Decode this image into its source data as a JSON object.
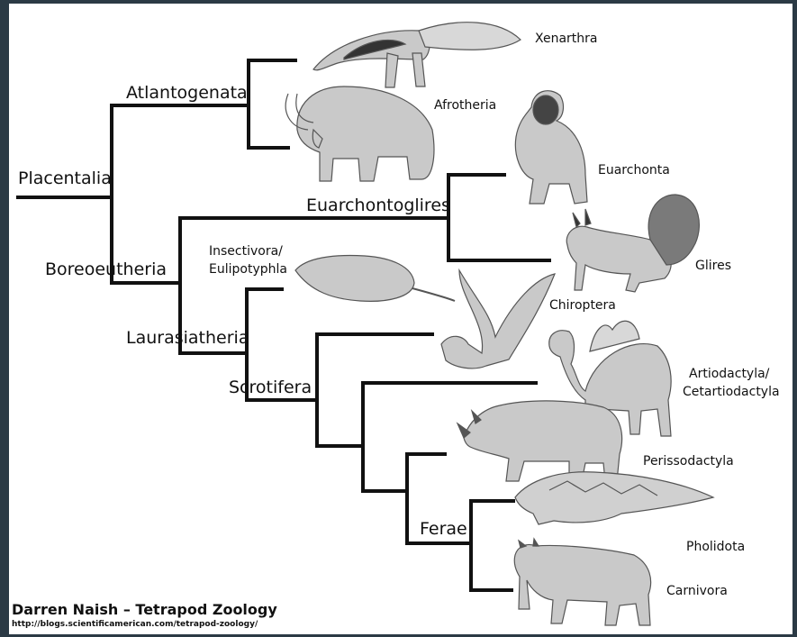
{
  "clades": {
    "placentalia": "Placentalia",
    "atlantogenata": "Atlantogenata",
    "boreoeutheria": "Boreoeutheria",
    "euarchontoglires": "Euarchontoglires",
    "insectivora": "Insectivora/",
    "eulipotyphla": "Eulipotyphla",
    "laurasiatheria": "Laurasiatheria",
    "scrotifera": "Scrotifera",
    "ferae": "Ferae"
  },
  "taxa": {
    "xenarthra": "Xenarthra",
    "afrotheria": "Afrotheria",
    "euarchonta": "Euarchonta",
    "glires": "Glires",
    "chiroptera": "Chiroptera",
    "artiodactyla": "Artiodactyla/",
    "cetartiodactyla": "Cetartiodactyla",
    "perissodactyla": "Perissodactyla",
    "pholidota": "Pholidota",
    "carnivora": "Carnivora"
  },
  "animals": [
    "anteater",
    "mammoth",
    "gorilla",
    "squirrel",
    "shrew",
    "bat",
    "camel",
    "rhinoceros",
    "pangolin",
    "lynx"
  ],
  "credit": {
    "author": "Darren Naish – Tetrapod Zoology",
    "url": "http://blogs.scientificamerican.com/tetrapod-zoology/"
  },
  "colors": {
    "frame": "#2b3a45",
    "ink": "#111111",
    "drawing_fill": "#c9c9c9",
    "drawing_stroke": "#555555"
  }
}
